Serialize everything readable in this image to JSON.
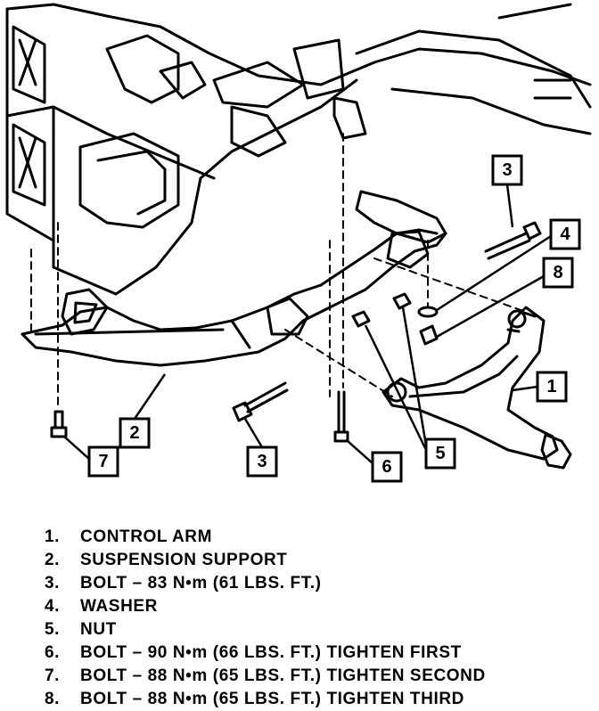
{
  "callouts": {
    "c1": "1",
    "c2": "2",
    "c3_top": "3",
    "c3_bottom": "3",
    "c4": "4",
    "c5": "5",
    "c6": "6",
    "c7": "7",
    "c8": "8"
  },
  "legend": [
    {
      "num": "1.",
      "text": "CONTROL ARM"
    },
    {
      "num": "2.",
      "text": "SUSPENSION SUPPORT"
    },
    {
      "num": "3.",
      "text": "BOLT – 83 N•m (61 LBS. FT.)"
    },
    {
      "num": "4.",
      "text": "WASHER"
    },
    {
      "num": "5.",
      "text": "NUT"
    },
    {
      "num": "6.",
      "text": "BOLT – 90 N•m (66 LBS. FT.) TIGHTEN FIRST"
    },
    {
      "num": "7.",
      "text": "BOLT – 88 N•m (65 LBS. FT.) TIGHTEN SECOND"
    },
    {
      "num": "8.",
      "text": "BOLT – 88 N•m (65 LBS. FT.) TIGHTEN THIRD"
    }
  ]
}
